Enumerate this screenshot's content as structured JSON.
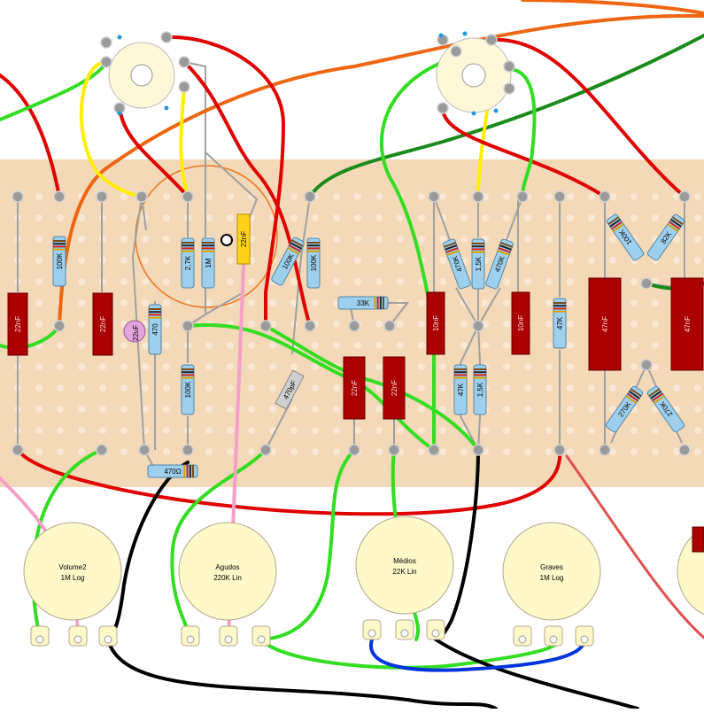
{
  "board": {
    "color": "#f3d9b8",
    "hole_color": "#fbe8d4"
  },
  "wire_colors": {
    "red": "#e00000",
    "green": "#33dd22",
    "dark_green": "#1a8a1a",
    "orange": "#ee6611",
    "yellow": "#ffee00",
    "pink": "#f4a0c8",
    "black": "#000000",
    "blue": "#0033dd",
    "gray": "#a0a0a0"
  },
  "resistors": [
    {
      "id": "r-100k-a",
      "value": "100K"
    },
    {
      "id": "r-470-a",
      "value": "470"
    },
    {
      "id": "r-2k7",
      "value": "2,7K"
    },
    {
      "id": "r-1m",
      "value": "1M"
    },
    {
      "id": "r-100k-b",
      "value": "100K"
    },
    {
      "id": "r-100k-c",
      "value": "100K"
    },
    {
      "id": "r-100k-d",
      "value": "100K"
    },
    {
      "id": "r-33k",
      "value": "33K"
    },
    {
      "id": "r-470k-a",
      "value": "470K"
    },
    {
      "id": "r-1k5-a",
      "value": "1,5K"
    },
    {
      "id": "r-470k-b",
      "value": "470K"
    },
    {
      "id": "r-47k-a",
      "value": "47K"
    },
    {
      "id": "r-1k5-b",
      "value": "1,5K"
    },
    {
      "id": "r-47k-b",
      "value": "47K"
    },
    {
      "id": "r-100k-e",
      "value": "100K"
    },
    {
      "id": "r-82k",
      "value": "82K"
    },
    {
      "id": "r-270k-a",
      "value": "270K"
    },
    {
      "id": "r-270k-b",
      "value": "270K"
    },
    {
      "id": "r-470ohm",
      "value": "470Ω"
    }
  ],
  "capacitors": [
    {
      "id": "c-22nf-a",
      "value": "22nF"
    },
    {
      "id": "c-22nf-b",
      "value": "22nF"
    },
    {
      "id": "c-22uf",
      "value": "22uF"
    },
    {
      "id": "c-22nf-yellow",
      "value": "22nF"
    },
    {
      "id": "c-470pf",
      "value": "470pF"
    },
    {
      "id": "c-22nf-c",
      "value": "22nF"
    },
    {
      "id": "c-22nf-d",
      "value": "22nF"
    },
    {
      "id": "c-10nf-a",
      "value": "10nF"
    },
    {
      "id": "c-10nf-b",
      "value": "10nF"
    },
    {
      "id": "c-47nf-a",
      "value": "47nF"
    },
    {
      "id": "c-47nf-b",
      "value": "47nF"
    }
  ],
  "pots": [
    {
      "id": "pot-volume2",
      "name": "Volume2",
      "spec": "1M Log"
    },
    {
      "id": "pot-agudos",
      "name": "Agudos",
      "spec": "220K Lin"
    },
    {
      "id": "pot-medios",
      "name": "Médios",
      "spec": "22K Lin"
    },
    {
      "id": "pot-graves",
      "name": "Graves",
      "spec": "1M Log"
    }
  ]
}
